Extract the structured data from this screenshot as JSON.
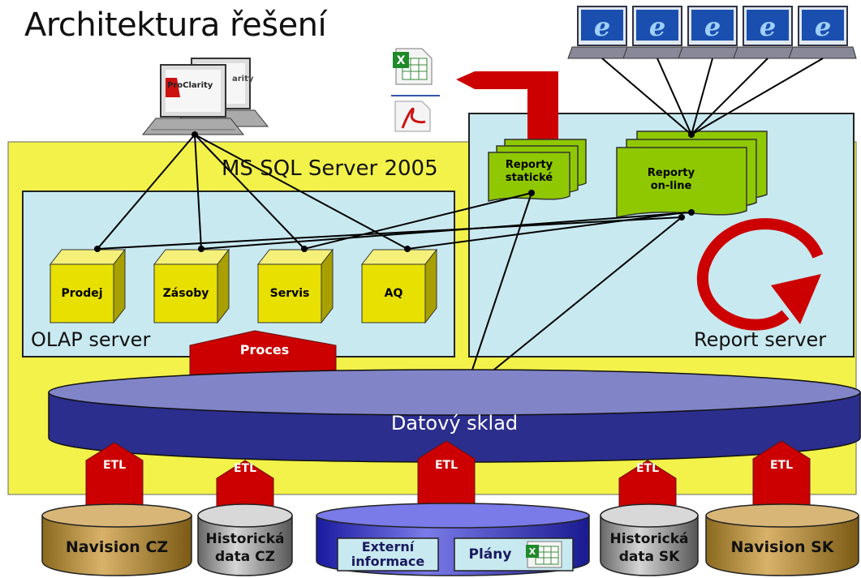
{
  "title": "Architektura řešení",
  "container_label": "MS SQL Server 2005",
  "olap_label": "OLAP server",
  "report_server_label": "Report server",
  "cubes": [
    "Prodej",
    "Zásoby",
    "Servis",
    "AQ"
  ],
  "reports_static": "Reporty statické",
  "reports_static_lines": [
    "Reporty",
    "statické"
  ],
  "reports_online_lines": [
    "Reporty",
    "on-line"
  ],
  "proces_label": "Proces",
  "warehouse_label": "Datový sklad",
  "etl_label": "ETL",
  "sources": {
    "navision_cz": "Navision CZ",
    "hist_cz": [
      "Historická",
      "data CZ"
    ],
    "externi": [
      "Externí",
      "informace"
    ],
    "plany": "Plány",
    "hist_sk": [
      "Historická",
      "data SK"
    ],
    "navision_sk": "Navision SK"
  },
  "client_app_label": "ProClarity",
  "client_app_label_back": "arity",
  "browser_icon_letter": "e",
  "colors": {
    "container_fill": "#f2f24a",
    "inner_fill": "#c8e9f0",
    "cube_fill": "#e8e000",
    "report_fill": "#8fc800",
    "red": "#cc0000",
    "warehouse_fill": "#2b2e8c",
    "warehouse_top": "#8184c7"
  },
  "icons": {
    "excel": "excel-file-icon",
    "pdf": "pdf-file-icon",
    "browser": "internet-explorer-icon",
    "laptop": "laptop-icon",
    "refresh": "refresh-arrow-icon"
  }
}
